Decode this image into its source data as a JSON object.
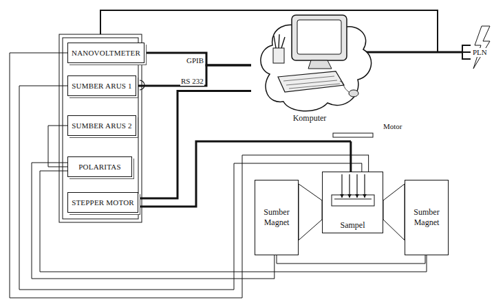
{
  "diagram": {
    "nodes": [
      {
        "text": [
          "NANOVOLTMETER"
        ]
      },
      {
        "text": [
          "SUMBER ARUS 1"
        ]
      },
      {
        "text": [
          "SUMBER ARUS 2"
        ]
      },
      {
        "text": [
          "POLARITAS"
        ]
      },
      {
        "text": [
          "STEPPER MOTOR"
        ]
      },
      {
        "text": [
          "Komputer"
        ]
      },
      {
        "text": [
          "Sumber Magnet"
        ]
      },
      {
        "text": [
          "Sampel"
        ]
      },
      {
        "text": [
          "Sumber Magnet"
        ]
      }
    ],
    "edges": [
      {
        "from": 0,
        "to": 5,
        "label": "GPIB",
        "arrow": "none"
      },
      {
        "from": 1,
        "to": 5,
        "arrow": "none"
      },
      {
        "from": 4,
        "to": 5,
        "label": "RS 232",
        "arrow": "none"
      },
      {
        "from": 4,
        "to": 7,
        "arrow": "none"
      },
      {
        "from": 0,
        "to": 7,
        "arrow": "none"
      },
      {
        "from": 1,
        "to": 7,
        "arrow": "none"
      },
      {
        "from": 2,
        "to": 3,
        "arrow": "none"
      },
      {
        "from": 3,
        "to": 6,
        "arrow": "none"
      },
      {
        "from": 3,
        "to": 8,
        "arrow": "none"
      }
    ],
    "labels": [
      "Motor",
      "PLN"
    ]
  }
}
